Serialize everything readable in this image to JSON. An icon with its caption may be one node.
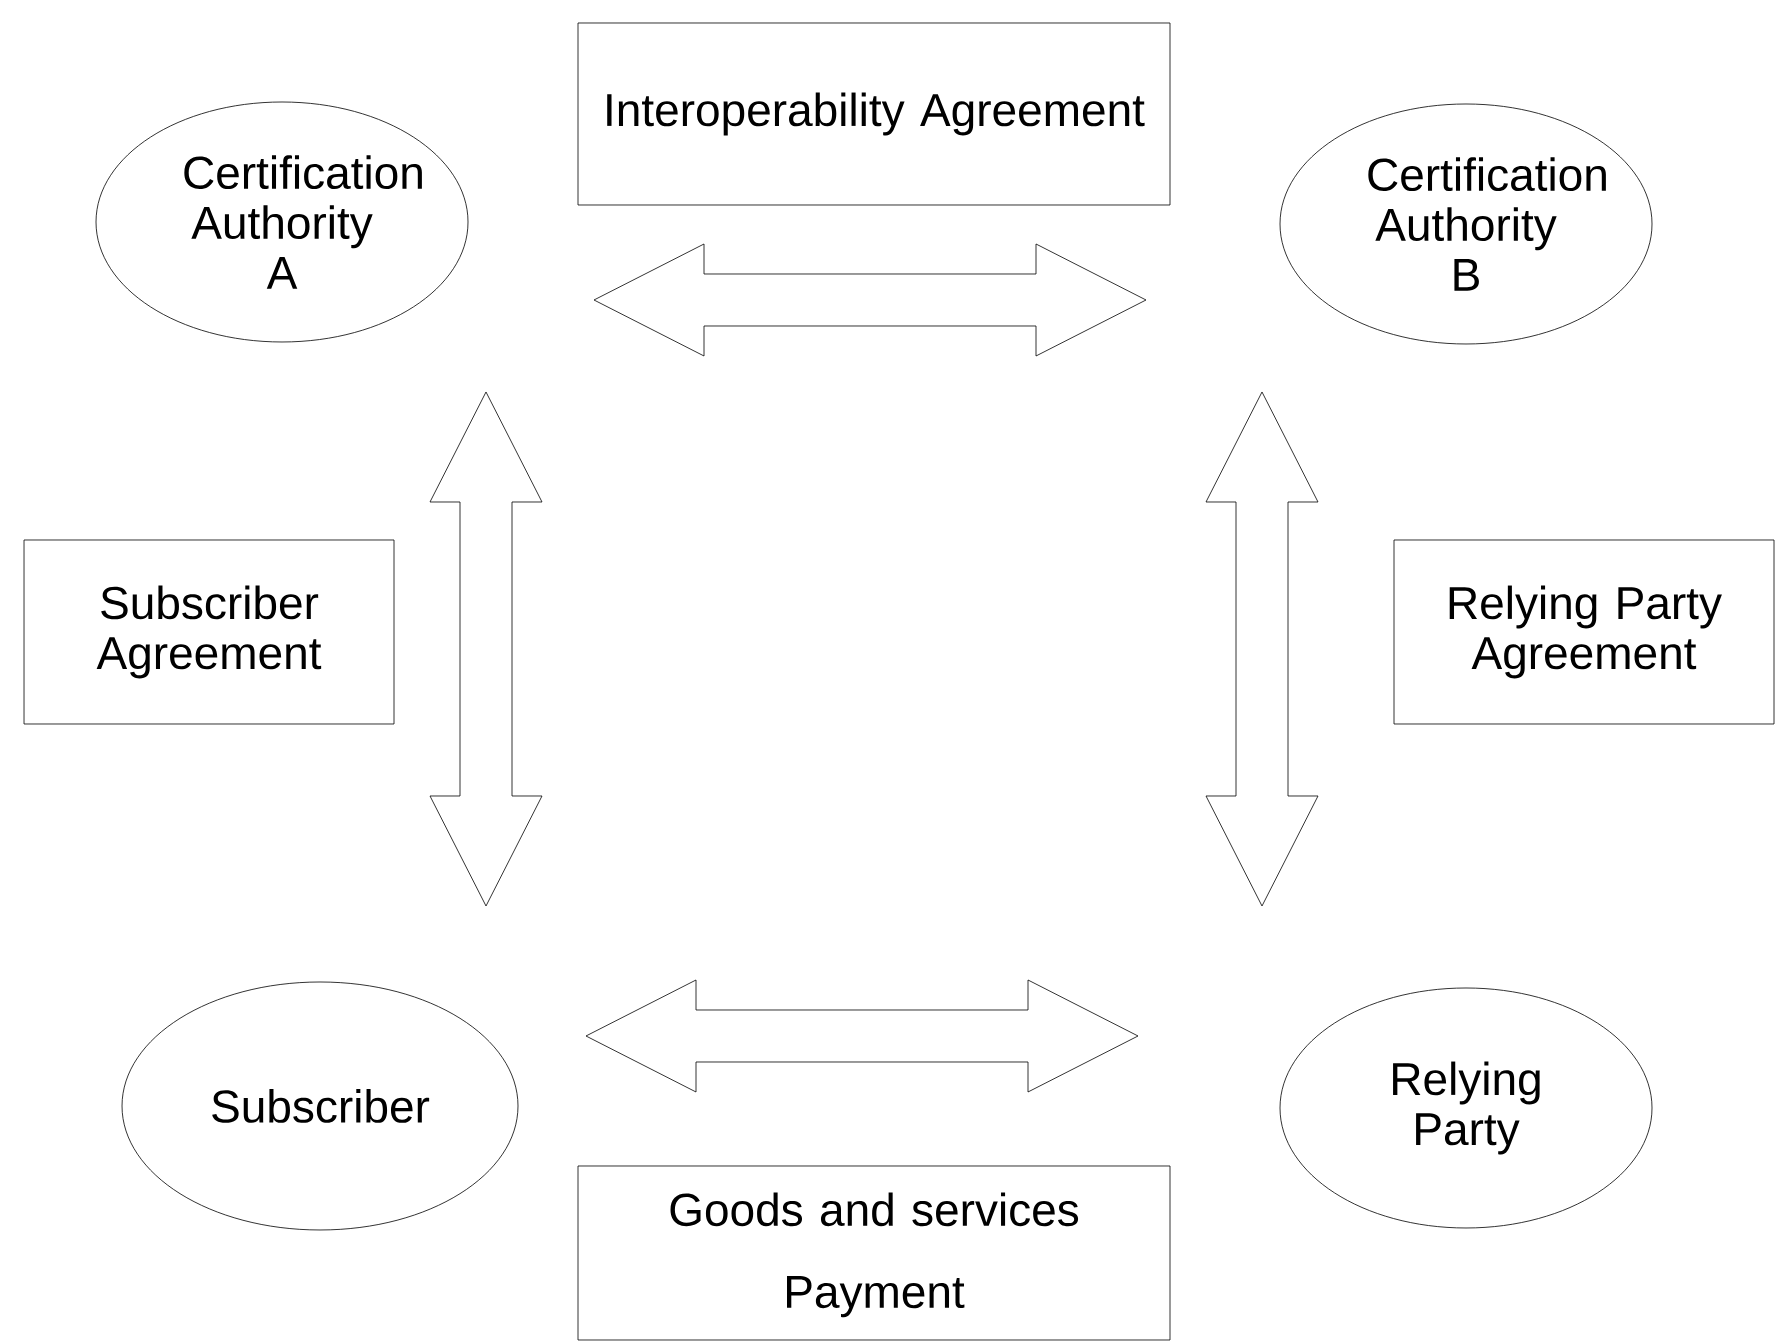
{
  "diagram": {
    "nodes": [
      {
        "text": [
          "Certification Authority A"
        ]
      },
      {
        "text": [
          "Interoperability Agreement"
        ]
      },
      {
        "text": [
          "Certification Authority B"
        ]
      },
      {
        "text": [
          "Subscriber Agreement"
        ]
      },
      {
        "text": [
          "Relying Party Agreement"
        ]
      },
      {
        "text": [
          "Subscriber"
        ]
      },
      {
        "text": [
          "Relying Party"
        ]
      },
      {
        "text": [
          "Goods and services",
          "Payment"
        ]
      }
    ],
    "edges": [
      {
        "from": 0,
        "to": 2,
        "arrow": "both"
      },
      {
        "from": 0,
        "to": 5,
        "arrow": "both"
      },
      {
        "from": 2,
        "to": 6,
        "arrow": "both"
      },
      {
        "from": 5,
        "to": 6,
        "arrow": "both"
      }
    ]
  }
}
